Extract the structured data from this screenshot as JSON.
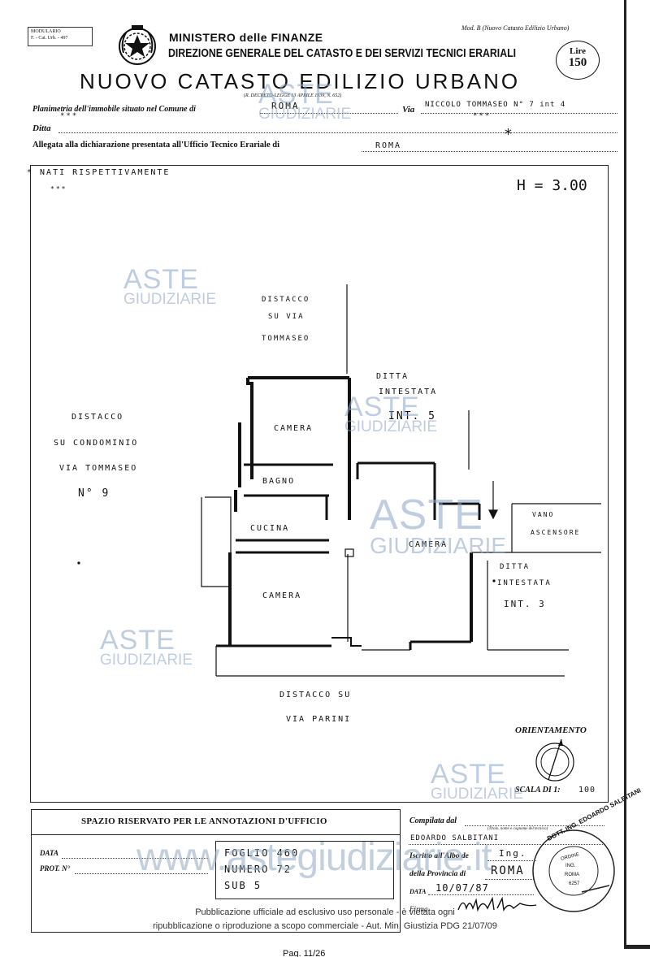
{
  "header": {
    "modulario": "MODULARIO\nF. - Cat. Urb. - 497",
    "mod_ref": "Mod. B (Nuovo Catasto Edilizio Urbano)",
    "ministry": "MINISTERO delle FINANZE",
    "direction": "DIREZIONE GENERALE DEL CATASTO E DEI SERVIZI TECNICI ERARIALI",
    "title": "NUOVO CATASTO EDILIZIO URBANO",
    "decree": "(R. DECRETO-LEGGE 13 APRILE 1939, N. 652)",
    "lire_label": "Lire",
    "lire_value": "150"
  },
  "form": {
    "planimetria_label": "Planimetria dell'immobile situato nel Comune di",
    "comune_value": "ROMA",
    "via_label": "Via",
    "via_value": "NICCOLO TOMMASEO N° 7 int 4",
    "ditta_label": "Ditta",
    "ditta_value": "*",
    "allegata_label": "Allegata alla dichiarazione presentata all'Ufficio Tecnico Erariale di",
    "allegata_value": "ROMA",
    "stars": "***"
  },
  "plan": {
    "note": "* NATI RISPETTIVAMENTE",
    "note_stars": "***",
    "height": "H = 3.00",
    "labels": {
      "distacco_via_1": "DISTACCO",
      "distacco_via_2": "SU VIA",
      "distacco_via_3": "TOMMASEO",
      "ditta5_1": "DITTA",
      "ditta5_2": "INTESTATA",
      "ditta5_3": "INT. 5",
      "condominio_1": "DISTACCO",
      "condominio_2": "SU CONDOMINIO",
      "condominio_3": "VIA TOMMASEO",
      "condominio_4": "N° 9",
      "camera_1": "CAMERA",
      "bagno": "BAGNO",
      "cucina": "CUCINA",
      "camera_2": "CAMERA",
      "camera_3": "CAMERA",
      "vano_1": "VANO",
      "vano_2": "ASCENSORE",
      "ditta3_1": "DITTA",
      "ditta3_2": "INTESTATA",
      "ditta3_3": "INT. 3",
      "parini_1": "DISTACCO SU",
      "parini_2": "VIA PARINI"
    },
    "orientamento": "ORIENTAMENTO",
    "scala_label": "SCALA DI 1:",
    "scala_value": "100"
  },
  "office": {
    "title": "SPAZIO RISERVATO PER LE ANNOTAZIONI D'UFFICIO",
    "data_label": "DATA",
    "prot_label": "PROT. N°",
    "foglio": "FOGLIO 460",
    "numero": "NUMERO 72",
    "sub": "SUB 5"
  },
  "compilata": {
    "label": "Compilata dal",
    "small_label": "(Titolo, nome e cognome del tecnico)",
    "name": "EDOARDO SALBITANI",
    "iscritto_label": "Iscritto all'Albo de",
    "iscritto_value": "Ing.",
    "provincia_label": "della Provincia di",
    "provincia_value": "ROMA",
    "data_label": "DATA",
    "data_value": "10/07/87",
    "firma_label": "Firma"
  },
  "stamp": {
    "ring": "DOTT. ING. EDOARDO SALBITANI",
    "inner1": "ORDINE",
    "inner2": "ING.",
    "inner3": "ROMA",
    "inner4": "6257"
  },
  "watermarks": {
    "aste": "ASTE",
    "giudiziarie": "GIUDIZIARIE",
    "site": "www.astegiudiziarie.it"
  },
  "footer": {
    "line1": "Pubblicazione ufficiale ad esclusivo uso personale - è vietata ogni",
    "line2": "ripubblicazione o riproduzione a scopo commerciale - Aut. Min. Giustizia PDG 21/07/09",
    "page": "Pag. 11/26"
  }
}
